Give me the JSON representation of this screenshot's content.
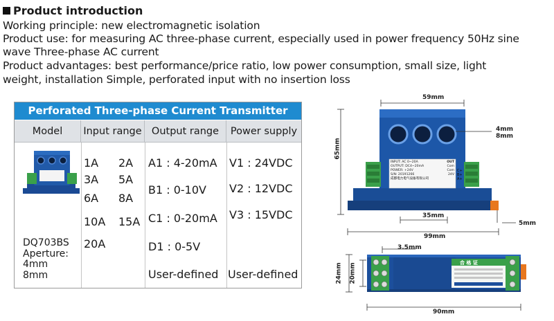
{
  "intro": {
    "heading": "Product introduction",
    "line1": "Working principle: new electromagnetic isolation",
    "line2": "Product use: for measuring AC three-phase current, especially used in power frequency 50Hz sine",
    "line3": "wave Three-phase AC current",
    "line4": "Product advantages: best performance/price ratio, low power consumption, small size, light",
    "line5": "weight, installation Simple, perforated input with no insertion loss"
  },
  "table": {
    "title": "Perforated Three-phase Current Transmitter Model",
    "headers": [
      "Model",
      "Input range",
      "Output range",
      "Power supply"
    ],
    "model": {
      "name": "DQ703BS",
      "aperture_label": "Aperture:",
      "aperture_values": [
        "4mm",
        "8mm"
      ]
    },
    "input_ranges": [
      "1A",
      "2A",
      "3A",
      "5A",
      "6A",
      "8A",
      "10A",
      "15A",
      "20A"
    ],
    "output_ranges": [
      "A1 : 4-20mA",
      "B1 : 0-10V",
      "C1 : 0-20mA",
      "D1 : 0-5V",
      "User-defined"
    ],
    "power_supply": [
      {
        "prefix": "V1 : ",
        "value": "24VDC"
      },
      {
        "prefix": "V2 : ",
        "value": "12VDC"
      },
      {
        "prefix": "V3 : ",
        "value": "15VDC"
      },
      {
        "prefix": "",
        "value": "User-defined"
      }
    ]
  },
  "front_view": {
    "dims": {
      "top_width": "59mm",
      "height": "65mm",
      "hole_a": "4mm",
      "hole_b": "8mm",
      "rail": "35mm",
      "overall_width": "99mm",
      "foot": "5mm"
    },
    "label": {
      "line1": "INPUT: AC 0~20A",
      "out_title": "OUT",
      "line2": "OUTPUT: DC4~20mA",
      "line3": "POWER: +24V",
      "line4": "S/N: 20191266",
      "com1": "Com",
      "com2": "Com",
      "v24": "24V",
      "footer": "成都电力电气设备有限公司",
      "terminals": [
        "C+",
        "B+",
        "A+"
      ]
    }
  },
  "top_view": {
    "dims": {
      "screw": "3.5mm",
      "depth_outer": "24mm",
      "depth_inner": "20mm",
      "width": "90mm"
    },
    "label_title": "合 格 证"
  },
  "colors": {
    "blue_body": "#1c4f9c",
    "title_bar": "#1f8bd0",
    "green_terminal": "#3aa04a"
  }
}
